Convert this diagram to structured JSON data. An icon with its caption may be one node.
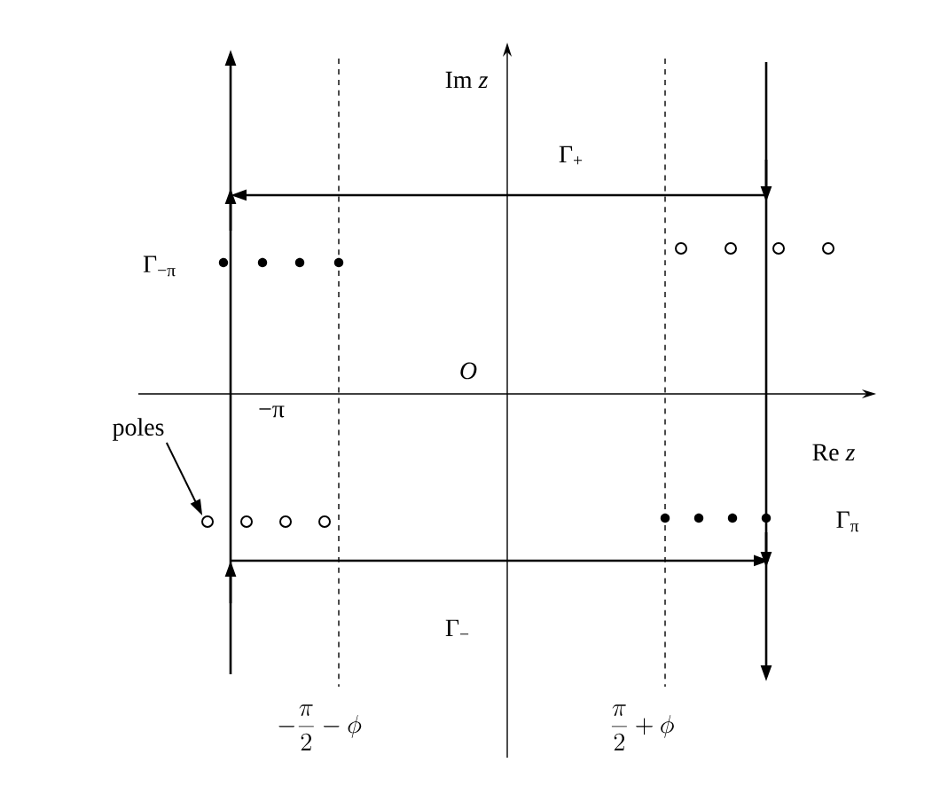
{
  "diagram": {
    "nodes": [
      {
        "text": [
          "poles"
        ]
      },
      {
        "text": [],
        "shape": "circle"
      }
    ],
    "edges": [
      {
        "from": 0,
        "to": 1,
        "arrow": "to"
      }
    ],
    "labels": [
      "Im *z*",
      "Γ$_{+}$",
      "Γ$_{−π}$",
      "*O*",
      "−π",
      "Re *z*",
      "Γ$_{π}$",
      "Γ$_{−}$",
      "-\\frac{\\pi}{2}-\\phi",
      "\\frac{\\pi}{2}+\\phi"
    ]
  }
}
